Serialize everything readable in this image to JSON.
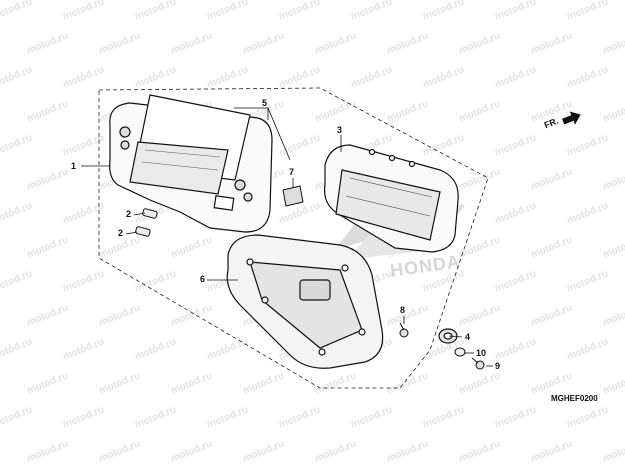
{
  "watermark": {
    "text": "motod.ru"
  },
  "logo": {
    "text": "HONDA"
  },
  "direction": {
    "label": "FR."
  },
  "diagram_code": "MGHEF0200",
  "callouts": [
    "1",
    "2",
    "2",
    "3",
    "4",
    "5",
    "6",
    "7",
    "8",
    "9",
    "10"
  ]
}
